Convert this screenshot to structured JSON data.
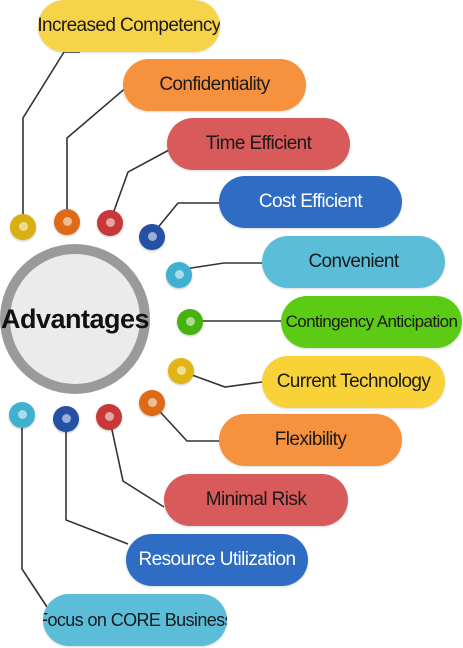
{
  "center": {
    "label": "Advantages"
  },
  "advantages": [
    {
      "label": "Increased Competency",
      "color": "#f7d34a",
      "text_color": "#1a1a1a",
      "dot_color": "#d8b014"
    },
    {
      "label": "Confidentiality",
      "color": "#f6913e",
      "text_color": "#1a1a1a",
      "dot_color": "#de6a16"
    },
    {
      "label": "Time Efficient",
      "color": "#d95a5a",
      "text_color": "#1a1a1a",
      "dot_color": "#c83838"
    },
    {
      "label": "Cost Efficient",
      "color": "#2f6cc4",
      "text_color": "#ffffff",
      "dot_color": "#2450a6"
    },
    {
      "label": "Convenient",
      "color": "#5bbdd8",
      "text_color": "#1a1a1a",
      "dot_color": "#40b0d0"
    },
    {
      "label": "Contingency Anticipation",
      "color": "#5ccb14",
      "text_color": "#1a1a1a",
      "dot_color": "#46b20e"
    },
    {
      "label": "Current Technology",
      "color": "#f8d236",
      "text_color": "#1a1a1a",
      "dot_color": "#e1b514"
    },
    {
      "label": "Flexibility",
      "color": "#f6913e",
      "text_color": "#1a1a1a",
      "dot_color": "#de6a16"
    },
    {
      "label": "Minimal Risk",
      "color": "#d95a5a",
      "text_color": "#1a1a1a",
      "dot_color": "#c83838"
    },
    {
      "label": "Resource Utilization",
      "color": "#2f6cc4",
      "text_color": "#ffffff",
      "dot_color": "#2450a6"
    },
    {
      "label": "Focus on CORE Business",
      "color": "#5bbdd8",
      "text_color": "#1a1a1a",
      "dot_color": "#40b0d0"
    }
  ]
}
